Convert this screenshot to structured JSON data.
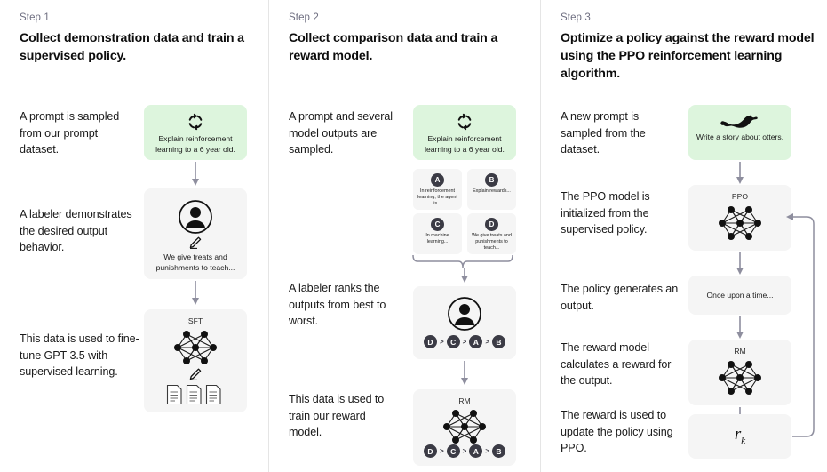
{
  "meta": {
    "diagram_title": "InstructGPT / RLHF three-step training diagram",
    "accent_green": "#ddf5dd",
    "box_gray": "#f5f5f5",
    "badge_color": "#3b3b45",
    "arrow_color": "#8e8e9e",
    "divider_color": "#e5e5e5"
  },
  "columns": [
    {
      "step_label": "Step 1",
      "title": "Collect demonstration data and train a supervised policy.",
      "captions": [
        "A prompt is sampled from our prompt dataset.",
        "A labeler demonstrates the desired output behavior.",
        "This data is used to fine-tune GPT-3.5 with supervised learning."
      ],
      "boxes": [
        {
          "icon": "refresh-cycle-icon",
          "text": "Explain reinforcement learning to a 6 year old.",
          "style": "green"
        },
        {
          "icon": "labeler-person-icon",
          "text": "We give treats and punishments to teach...",
          "style": "gray"
        },
        {
          "icon": "neural-network-icon",
          "title": "SFT",
          "style": "gray"
        }
      ]
    },
    {
      "step_label": "Step 2",
      "title": "Collect comparison data and train a reward model.",
      "captions": [
        "A prompt and several model outputs are sampled.",
        "A labeler ranks the outputs from best to worst.",
        "This data is used to train our reward model."
      ],
      "boxes": [
        {
          "icon": "refresh-cycle-icon",
          "text": "Explain reinforcement learning to a 6 year old.",
          "style": "green"
        },
        {
          "icon": "labeler-person-icon",
          "ranking": [
            "D",
            "C",
            "A",
            "B"
          ],
          "style": "gray"
        },
        {
          "icon": "neural-network-icon",
          "title": "RM",
          "ranking": [
            "D",
            "C",
            "A",
            "B"
          ],
          "style": "gray"
        }
      ],
      "outputs": [
        {
          "letter": "A",
          "text": "In reinforcement learning, the agent is..."
        },
        {
          "letter": "B",
          "text": "Explain rewards..."
        },
        {
          "letter": "C",
          "text": "In machine learning..."
        },
        {
          "letter": "D",
          "text": "We give treats and punishments to teach..."
        }
      ],
      "rank_separator": ">"
    },
    {
      "step_label": "Step 3",
      "title": "Optimize a policy against the reward model using the PPO reinforcement learning algorithm.",
      "captions": [
        "A new prompt is sampled from the dataset.",
        "The PPO model is initialized from the supervised policy.",
        "The policy generates an output.",
        "The reward model calculates a reward for the output.",
        "The reward is used to update the policy using PPO."
      ],
      "boxes": [
        {
          "icon": "otter-icon",
          "text": "Write a story about otters.",
          "style": "green"
        },
        {
          "icon": "neural-network-icon",
          "title": "PPO",
          "style": "gray"
        },
        {
          "text": "Once upon a time...",
          "style": "gray"
        },
        {
          "icon": "neural-network-icon",
          "title": "RM",
          "style": "gray"
        },
        {
          "formula_base": "r",
          "formula_sub": "k",
          "style": "gray"
        }
      ]
    }
  ]
}
